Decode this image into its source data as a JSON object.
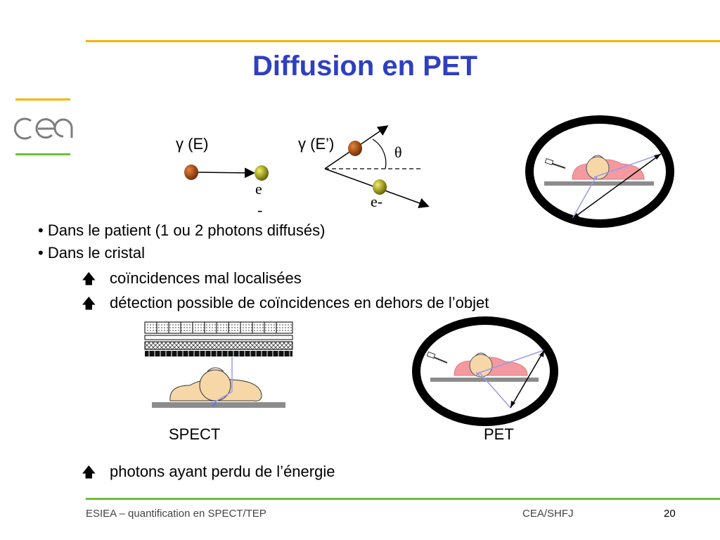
{
  "header": {
    "title": "Diffusion en PET"
  },
  "scatter_diagram": {
    "incident_label": "γ (E)",
    "scattered_label": "γ (E’)",
    "electron_label_1_line1": "e",
    "electron_label_1_line2": "-",
    "electron_label_2": "e-",
    "angle_label": "θ"
  },
  "bullets": [
    "• Dans le patient (1 ou 2 photons diffusés)",
    "• Dans le cristal"
  ],
  "sub_points": [
    "coïncidences mal localisées",
    "détection possible de coïncidences en dehors de l’objet"
  ],
  "captions": {
    "spect": "SPECT",
    "pet": "PET"
  },
  "conclusion": "photons ayant perdu de l’énergie",
  "icons": {
    "sub_arrow": "up-arrow-icon"
  },
  "colors": {
    "title": "#2f3fc1",
    "top_rule": "#f7b500",
    "bottom_rule": "#6cbf3a"
  },
  "footer": {
    "left": "ESIEA – quantification en SPECT/TEP",
    "center": "CEA/SHFJ",
    "page": "20"
  }
}
